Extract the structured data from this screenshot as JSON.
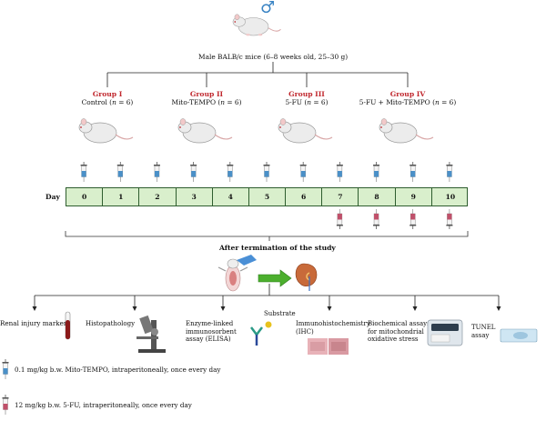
{
  "header": {
    "sex_symbol": "♂",
    "mice_label": "Male BALB/c mice (6–8 weeks old, 25–30 g)"
  },
  "groups": [
    {
      "title": "Group I",
      "desc_prefix": "Control (",
      "n": "n",
      "desc_suffix": " = 6)"
    },
    {
      "title": "Group II",
      "desc_prefix": "Mito-TEMPO (",
      "n": "n",
      "desc_suffix": " = 6)"
    },
    {
      "title": "Group III",
      "desc_prefix": "5-FU (",
      "n": "n",
      "desc_suffix": " = 6)"
    },
    {
      "title": "Group IV",
      "desc_prefix": "5-FU + Mito-TEMPO (",
      "n": "n",
      "desc_suffix": " = 6)"
    }
  ],
  "timeline": {
    "label": "Day",
    "days": [
      "0",
      "1",
      "2",
      "3",
      "4",
      "5",
      "6",
      "7",
      "8",
      "9",
      "10"
    ],
    "mito_injection_days": 11,
    "fu_injection_days": [
      7,
      8,
      9,
      10
    ]
  },
  "termination_label": "After termination of the study",
  "outcomes": [
    {
      "label": "Renal injury markers"
    },
    {
      "label": "Histopathology"
    },
    {
      "label": "Enzyme-linked immunosorbent assay (ELISA)",
      "lines": [
        "Enzyme-linked",
        "immunosorbent",
        "assay (ELISA)"
      ]
    },
    {
      "label": "Immunohistochemistry (IHC)",
      "lines": [
        "Immunohistochemistry",
        "(IHC)"
      ]
    },
    {
      "label": "Biochemical assays for mitochondrial oxidative stress",
      "lines": [
        "Biochemical assays",
        "for mitochondrial",
        "oxidative stress"
      ]
    },
    {
      "label": "TUNEL assay",
      "lines": [
        "TUNEL",
        "assay"
      ]
    }
  ],
  "substrate_label": "Substrate",
  "legend": [
    {
      "label": "0.1 mg/kg b.w. Mito-TEMPO, intraperitoneally, once every day",
      "color": "#4a90c8"
    },
    {
      "label": "12 mg/kg b.w. 5-FU, intraperitoneally, once every day",
      "color": "#c0506a"
    }
  ],
  "colors": {
    "group_title": "#c0272d",
    "day_bar": "#d9efcc",
    "arrow_green": "#4caf2e",
    "kidney": "#c86a3a"
  }
}
